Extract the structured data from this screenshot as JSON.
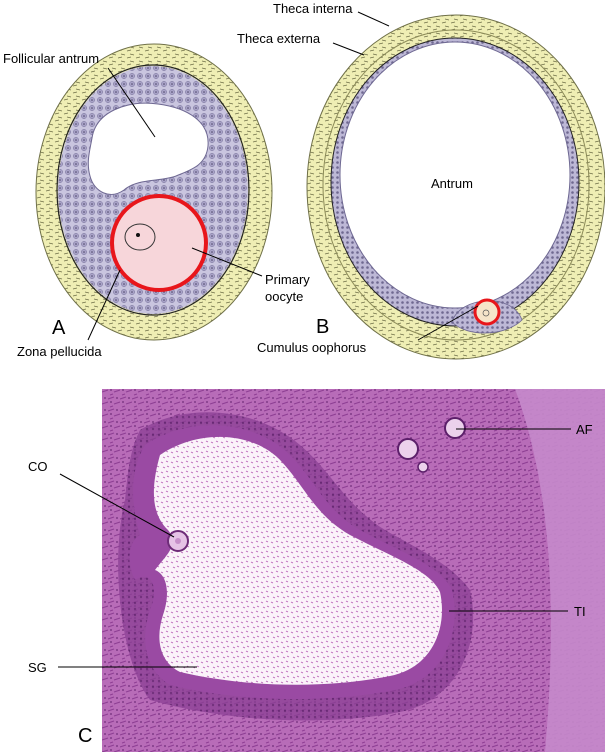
{
  "panel_a": {
    "letter": "A",
    "labels": {
      "follicular_antrum": "Follicular antrum",
      "primary_oocyte_line1": "Primary",
      "primary_oocyte_line2": "oocyte",
      "zona_pellucida": "Zona pellucida"
    }
  },
  "panel_b": {
    "letter": "B",
    "labels": {
      "theca_interna": "Theca interna",
      "theca_externa": "Theca externa",
      "antrum": "Antrum",
      "cumulus_oophorus": "Cumulus oophorus"
    }
  },
  "panel_c": {
    "letter": "C",
    "labels": {
      "co": "CO",
      "af": "AF",
      "ti": "TI",
      "sg": "SG"
    }
  },
  "colors": {
    "theca": "#efeeb4",
    "granulosa": "#c9c5df",
    "zona_ring": "#e8161b",
    "oocyte": "#f7d6da",
    "histology_background": "#b86cb8",
    "antrum_fluid": "#fbf3fa"
  }
}
